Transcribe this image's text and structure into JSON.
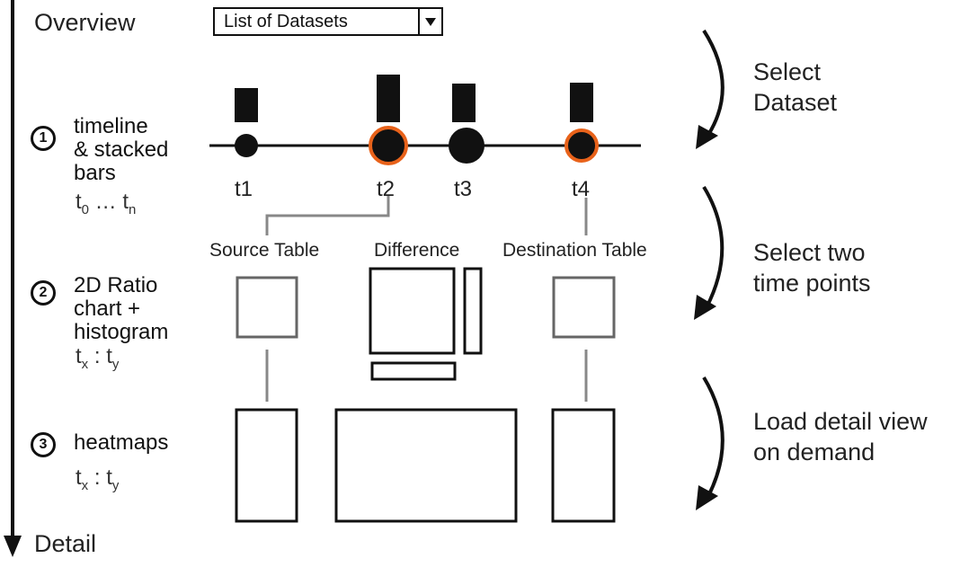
{
  "overview_label": "Overview",
  "detail_label": "Detail",
  "dropdown": {
    "selected": "List of Datasets",
    "icon": "caret-down-icon"
  },
  "steps": [
    {
      "number": "1",
      "title": "timeline\n& stacked\nbars",
      "param_base_a": "t",
      "param_sub_a": "0",
      "param_sep": " … ",
      "param_base_b": "t",
      "param_sub_b": "n"
    },
    {
      "number": "2",
      "title": "2D Ratio\nchart +\nhistogram",
      "param_base_a": "t",
      "param_sub_a": "x",
      "param_sep": " : ",
      "param_base_b": "t",
      "param_sub_b": "y"
    },
    {
      "number": "3",
      "title": "heatmaps",
      "param_base_a": "t",
      "param_sub_a": "x",
      "param_sep": " : ",
      "param_base_b": "t",
      "param_sub_b": "y"
    }
  ],
  "timeline": {
    "points": [
      {
        "label": "t1",
        "selected": false
      },
      {
        "label": "t2",
        "selected": true
      },
      {
        "label": "t3",
        "selected": false
      },
      {
        "label": "t4",
        "selected": true
      }
    ],
    "selection_color": "#e8621a"
  },
  "sections": {
    "source": "Source Table",
    "difference": "Difference",
    "destination": "Destination Table"
  },
  "actions": [
    "Select\nDataset",
    "Select two\ntime points",
    "Load detail view\non demand"
  ]
}
